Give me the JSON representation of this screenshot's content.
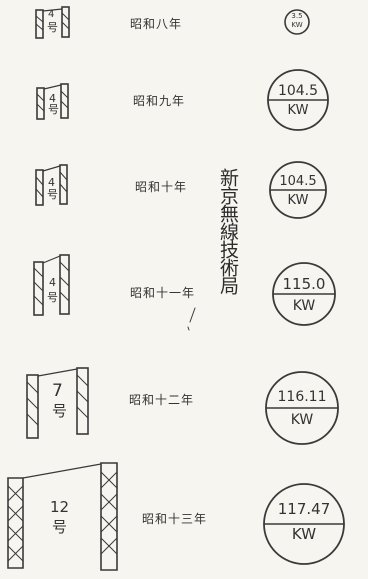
{
  "title": "新京無線技術局",
  "rows": [
    {
      "tower_number": "4",
      "tower_suffix": "号",
      "era": "昭和八年",
      "power": "3.5",
      "unit": "KW"
    },
    {
      "tower_number": "4",
      "tower_suffix": "号",
      "era": "昭和九年",
      "power": "104.5",
      "unit": "KW"
    },
    {
      "tower_number": "4",
      "tower_suffix": "号",
      "era": "昭和十年",
      "power": "104.5",
      "unit": "KW"
    },
    {
      "tower_number": "4",
      "tower_suffix": "号",
      "era": "昭和十一年",
      "power": "115.0",
      "unit": "KW"
    },
    {
      "tower_number": "7",
      "tower_suffix": "号",
      "era": "昭和十二年",
      "power": "116.11",
      "unit": "KW"
    },
    {
      "tower_number": "12",
      "tower_suffix": "号",
      "era": "昭和十三年",
      "power": "117.47",
      "unit": "KW"
    }
  ]
}
